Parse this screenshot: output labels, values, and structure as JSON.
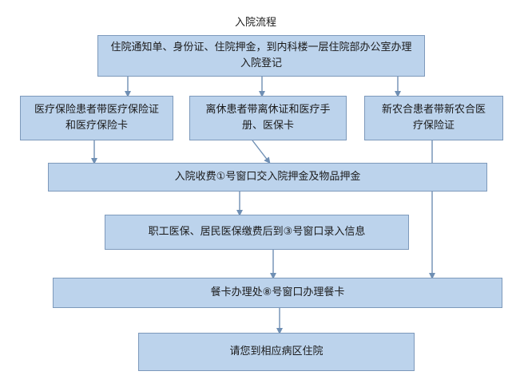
{
  "diagram": {
    "title": "入院流程",
    "nodes": {
      "notice_registration": "住院通知单、身份证、住院押金，到内科楼一层住院部办公室办理入院登记",
      "medical_insurance": "医疗保险患者带医疗保险证和医疗保险卡",
      "retired": "离休患者带离休证和医疗手册、医保卡",
      "rural_coop": "新农合患者带新农合医疗保险证",
      "payment": "入院收费①号窗口交入院押金及物品押金",
      "employee_resident": "职工医保、居民医保缴费后到③号窗口录入信息",
      "meal_card": "餐卡办理处⑧号窗口办理餐卡",
      "ward": "请您到相应病区住院"
    }
  },
  "colors": {
    "box_fill": "#bcd3ec",
    "box_border": "#7d99bb",
    "arrow": "#6f8fb4"
  }
}
